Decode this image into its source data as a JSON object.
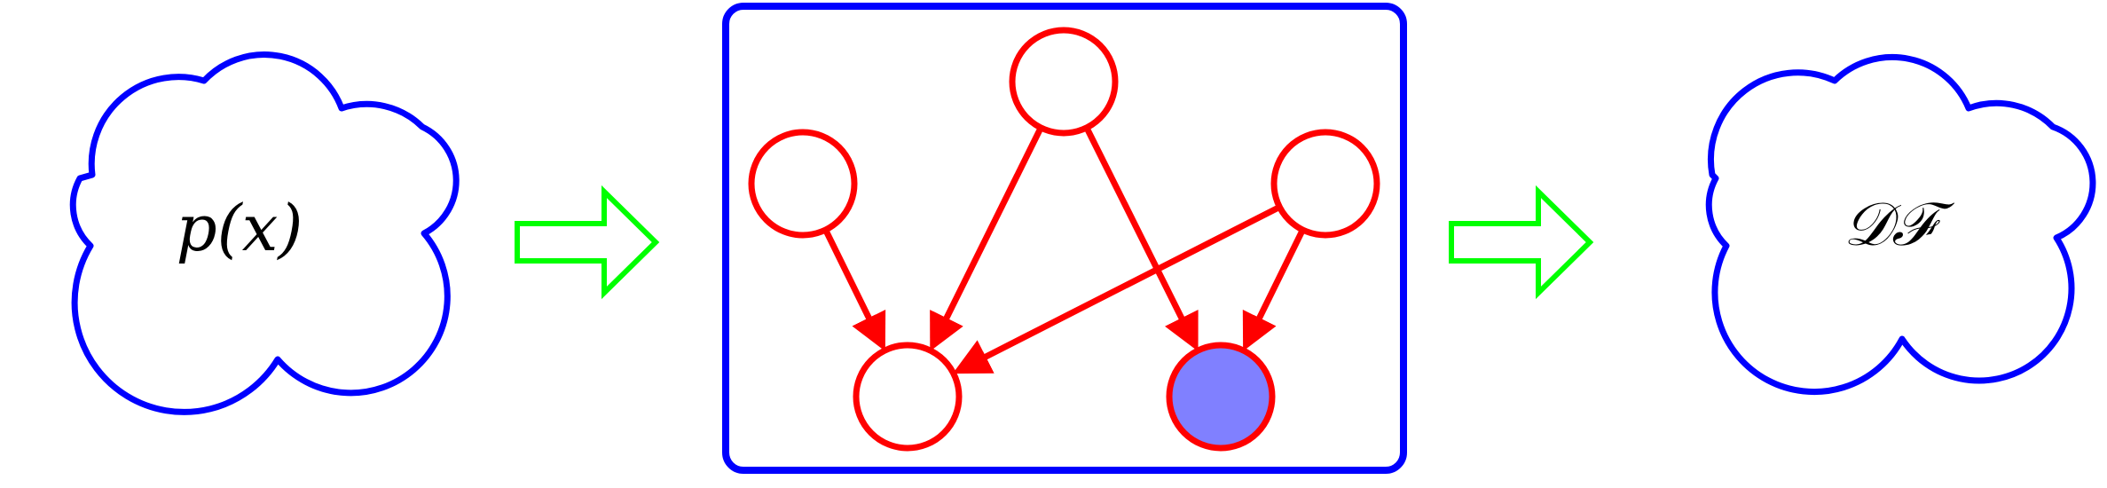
{
  "colors": {
    "cloud_stroke": "#0000ff",
    "transition_arrow": "#00ff00",
    "node_stroke": "#ff0000",
    "node_fill": "#ffffff",
    "observed_fill": "#8080ff",
    "edge": "#ff0000"
  },
  "left_cloud": {
    "label": "p(x)"
  },
  "right_cloud": {
    "label": "𝒟ℱ"
  },
  "graph": {
    "nodes": [
      {
        "id": "top",
        "observed": false
      },
      {
        "id": "left",
        "observed": false
      },
      {
        "id": "right",
        "observed": false
      },
      {
        "id": "bottom-left",
        "observed": false
      },
      {
        "id": "bottom-right",
        "observed": true
      }
    ],
    "edges": [
      {
        "from": "left",
        "to": "bottom-left"
      },
      {
        "from": "top",
        "to": "bottom-left"
      },
      {
        "from": "top",
        "to": "bottom-right"
      },
      {
        "from": "right",
        "to": "bottom-left"
      },
      {
        "from": "right",
        "to": "bottom-right"
      }
    ]
  }
}
